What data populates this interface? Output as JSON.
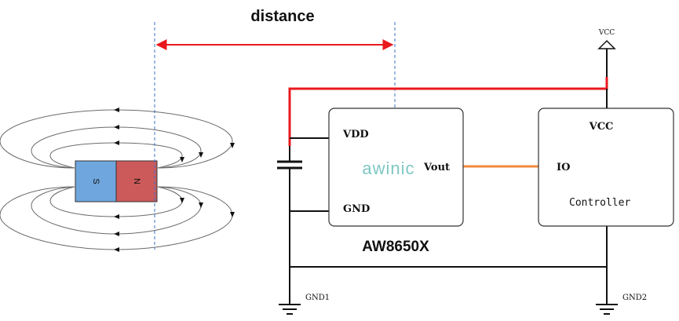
{
  "labels": {
    "distance": "distance",
    "vcc_supply": "VCC",
    "sensor_vdd": "VDD",
    "sensor_gnd": "GND",
    "sensor_vout": "Vout",
    "sensor_logo": "awinic",
    "sensor_part": "AW8650X",
    "controller_vcc": "VCC",
    "controller_io": "IO",
    "controller_name": "Controller",
    "gnd1": "GND1",
    "gnd2": "GND2",
    "magnet_south": "S",
    "magnet_north": "N"
  },
  "colors": {
    "supply_wire": "#e8191e",
    "signal_wire": "#f08a3c",
    "wire": "#111111",
    "guide_line": "#3a73c7",
    "magnet_south": "#6fa6dd",
    "magnet_north": "#cc5a5a",
    "logo": "#7fc7c3",
    "field_line": "#6b6b6b"
  }
}
